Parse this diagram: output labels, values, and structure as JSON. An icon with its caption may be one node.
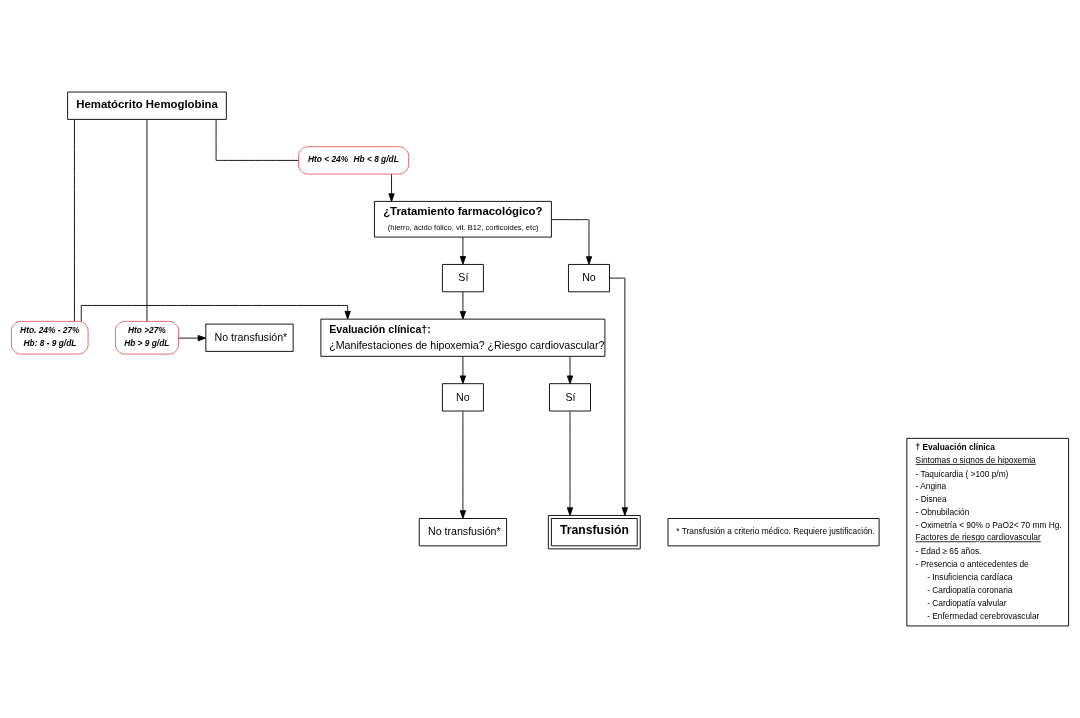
{
  "diagram": {
    "nodes": [
      {
        "text": [
          "Hematócrito Hemoglobina"
        ]
      },
      {
        "text": [
          "Evaluación clínica†:",
          "¿Manifestaciones de hipoxemia? ¿Riesgo cardiovascular?"
        ]
      },
      {
        "text": [
          "No transfusión*"
        ]
      },
      {
        "text": [
          "No"
        ]
      },
      {
        "text": [
          "Sí"
        ]
      },
      {
        "text": [
          "No transfusión*"
        ]
      },
      {
        "text": [
          "¿Tratamiento farmacológico?",
          "(hierro, ácido fólico, vit. B12, corticoides, etc)"
        ]
      },
      {
        "text": [
          "Sí"
        ]
      },
      {
        "text": [
          "No"
        ]
      },
      {
        "text": [
          "Transfusión"
        ]
      },
      {
        "text": [
          "Hto. 24% - 27%",
          "Hb: 8 - 9 g/dL"
        ]
      },
      {
        "text": [
          "Hto >27%",
          "Hb > 9 g/dL"
        ]
      },
      {
        "text": [
          "Hto < 24%",
          "Hb < 8 g/dL"
        ]
      },
      {
        "text": [
          "* Transfusión a criterio médico. Requiere justificación."
        ]
      },
      {
        "text": [
          "† Evaluación clínica",
          "Sintomas o signos de hipoxemia",
          "- Taquicardia ( >100 p/m)",
          "- Angina",
          "- Disnea",
          "- Obnubilación",
          "- Oximetría < 90% o PaO2< 70 mm Hg.",
          "Factores de riesgo cardiovascular",
          "- Edad ≥ 65 años.",
          "- Presencia o antecedentes de",
          "- Insuficiencia cardíaca",
          "- Cardiopatía coronaria",
          "- Cardiopatía valvular",
          "- Enfermedad cerebrovascular"
        ]
      }
    ],
    "edges": [
      {
        "from": 0,
        "to": 10,
        "arrow": "none"
      },
      {
        "from": 10,
        "to": 1,
        "arrow": "to"
      },
      {
        "from": 0,
        "to": 11,
        "arrow": "none"
      },
      {
        "from": 11,
        "to": 2,
        "arrow": "to"
      },
      {
        "from": 0,
        "to": 12,
        "arrow": "none"
      },
      {
        "from": 12,
        "to": 6,
        "arrow": "to"
      },
      {
        "from": 1,
        "to": 3,
        "arrow": "to"
      },
      {
        "from": 1,
        "to": 4,
        "arrow": "to"
      },
      {
        "from": 3,
        "to": 5,
        "arrow": "to"
      },
      {
        "from": 4,
        "to": 9,
        "arrow": "to"
      },
      {
        "from": 6,
        "to": 7,
        "arrow": "to"
      },
      {
        "from": 6,
        "to": 8,
        "arrow": "to"
      },
      {
        "from": 7,
        "to": 1,
        "arrow": "to"
      },
      {
        "from": 8,
        "to": 9,
        "arrow": "to"
      }
    ]
  }
}
